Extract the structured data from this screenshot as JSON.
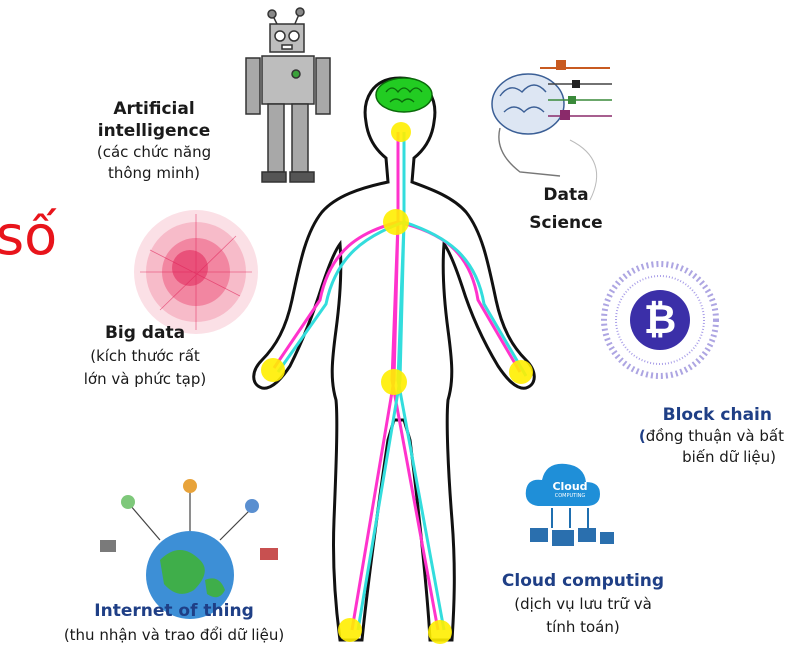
{
  "side_char": "số",
  "labels": {
    "ai": {
      "title_1": "Artificial",
      "title_2": "intelligence",
      "desc_1": "(các chức năng",
      "desc_2": "thông minh)"
    },
    "data_science": {
      "title_1": "Data",
      "title_2": "Science"
    },
    "big_data": {
      "title": "Big data",
      "desc_1": "(kích thước rất",
      "desc_2": "lớn và phức tạp)"
    },
    "block_chain": {
      "title": "Block chain",
      "desc_1_bold": "(",
      "desc_1": "đồng thuận và bất",
      "desc_2": "biến dữ liệu)"
    },
    "iot": {
      "title": "Internet of thing",
      "desc": "(thu nhận và trao đổi dữ liệu)"
    },
    "cloud": {
      "title": "Cloud computing",
      "desc_1": "(dịch vụ lưu trữ và",
      "desc_2": "tính toán)",
      "badge": "Cloud",
      "badge_sub": "COMPUTING"
    }
  },
  "bitcoin_symbol": "₿",
  "colors": {
    "node": "#ffee00",
    "brain": "#22cc22",
    "nerve_a": "#ff33cc",
    "nerve_b": "#33dddd",
    "blue_title": "#1f3f86",
    "red": "#e8141b"
  },
  "icons": [
    "robot-icon",
    "brain-network-icon",
    "big-data-sphere-icon",
    "bitcoin-icon",
    "iot-globe-icon",
    "cloud-computing-icon"
  ]
}
